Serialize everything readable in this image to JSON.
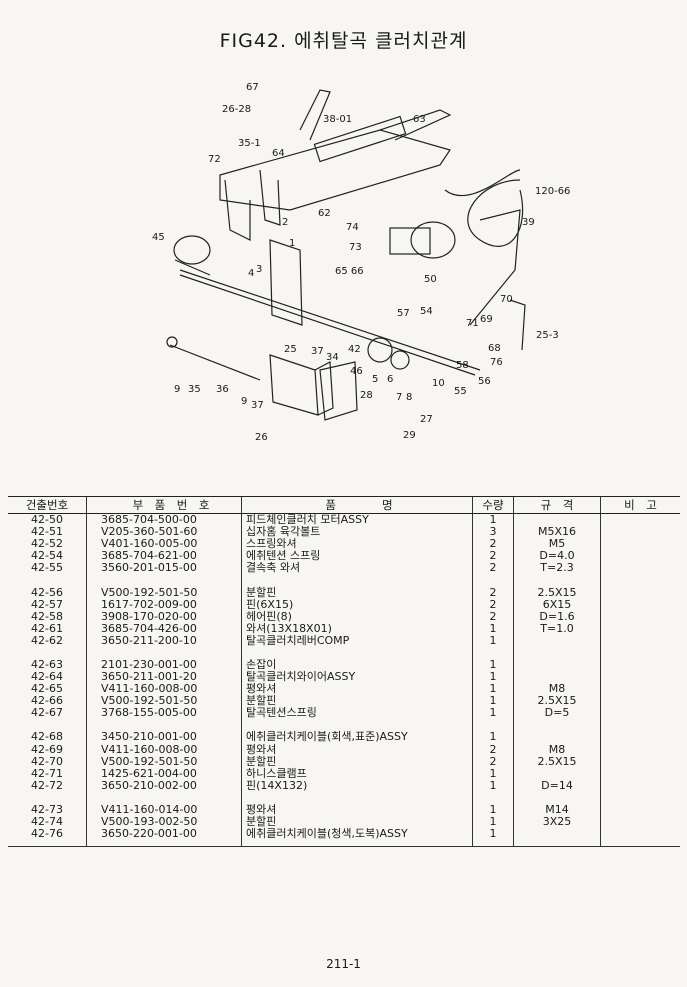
{
  "title": "FIG42. 에취탈곡 클러치관계",
  "diagram_callouts": {
    "c67": "67",
    "c26_28": "26-28",
    "c38_01": "38-01",
    "c63": "63",
    "c35_1": "35-1",
    "c72": "72",
    "c64": "64",
    "c120_66": "120-66",
    "c39": "39",
    "c62": "62",
    "c74": "74",
    "c73": "73",
    "c2": "2",
    "c1": "1",
    "c45": "45",
    "c4": "4",
    "c3": "3",
    "c65_66": "65 66",
    "c50": "50",
    "c70": "70",
    "c57": "57",
    "c54": "54",
    "c71": "71",
    "c69": "69",
    "c25_3": "25-3",
    "c25": "25",
    "c37": "37",
    "c34": "34",
    "c42": "42",
    "c46": "46",
    "c68": "68",
    "c76": "76",
    "c5": "5",
    "c6": "6",
    "c58": "58",
    "c9a": "9",
    "c35b": "35",
    "c36": "36",
    "c9b": "9",
    "c37b": "37",
    "c28": "28",
    "c7": "7",
    "c8": "8",
    "c10": "10",
    "c55": "55",
    "c56": "56",
    "c27": "27",
    "c26": "26",
    "c29": "29"
  },
  "table": {
    "headers": {
      "key": "건출번호",
      "part_no": "부　품　번　호",
      "name": "품　　　　명",
      "qty": "수량",
      "spec": "규　격",
      "note": "비　고"
    },
    "rows": [
      {
        "key": "42-50",
        "part_no": "3685-704-500-00",
        "name": "피드체인클러치 모터ASSY",
        "qty": "1",
        "spec": ""
      },
      {
        "key": "42-51",
        "part_no": "V205-360-501-60",
        "name": "십자홈 육각볼트",
        "qty": "3",
        "spec": "M5X16"
      },
      {
        "key": "42-52",
        "part_no": "V401-160-005-00",
        "name": "스프링와셔",
        "qty": "2",
        "spec": "M5"
      },
      {
        "key": "42-54",
        "part_no": "3685-704-621-00",
        "name": "에취텐션 스프링",
        "qty": "2",
        "spec": "D=4.0"
      },
      {
        "key": "42-55",
        "part_no": "3560-201-015-00",
        "name": "결속축 와셔",
        "qty": "2",
        "spec": "T=2.3"
      },
      {
        "key": "42-56",
        "part_no": "V500-192-501-50",
        "name": "분할핀",
        "qty": "2",
        "spec": "2.5X15"
      },
      {
        "key": "42-57",
        "part_no": "1617-702-009-00",
        "name": "핀(6X15)",
        "qty": "2",
        "spec": "6X15"
      },
      {
        "key": "42-58",
        "part_no": "3908-170-020-00",
        "name": "헤어핀(8)",
        "qty": "2",
        "spec": "D=1.6"
      },
      {
        "key": "42-61",
        "part_no": "3685-704-426-00",
        "name": "와셔(13X18X01)",
        "qty": "1",
        "spec": "T=1.0"
      },
      {
        "key": "42-62",
        "part_no": "3650-211-200-10",
        "name": "탈곡클러치레버COMP",
        "qty": "1",
        "spec": ""
      },
      {
        "key": "42-63",
        "part_no": "2101-230-001-00",
        "name": "손잡이",
        "qty": "1",
        "spec": ""
      },
      {
        "key": "42-64",
        "part_no": "3650-211-001-20",
        "name": "탈곡클러치와이어ASSY",
        "qty": "1",
        "spec": ""
      },
      {
        "key": "42-65",
        "part_no": "V411-160-008-00",
        "name": "평와셔",
        "qty": "1",
        "spec": "M8"
      },
      {
        "key": "42-66",
        "part_no": "V500-192-501-50",
        "name": "분할핀",
        "qty": "1",
        "spec": "2.5X15"
      },
      {
        "key": "42-67",
        "part_no": "3768-155-005-00",
        "name": "탈곡텐션스프링",
        "qty": "1",
        "spec": "D=5"
      },
      {
        "key": "42-68",
        "part_no": "3450-210-001-00",
        "name": "에취클러치케이블(회색,표준)ASSY",
        "qty": "1",
        "spec": ""
      },
      {
        "key": "42-69",
        "part_no": "V411-160-008-00",
        "name": "평와셔",
        "qty": "2",
        "spec": "M8"
      },
      {
        "key": "42-70",
        "part_no": "V500-192-501-50",
        "name": "분할핀",
        "qty": "2",
        "spec": "2.5X15"
      },
      {
        "key": "42-71",
        "part_no": "1425-621-004-00",
        "name": "하니스클램프",
        "qty": "1",
        "spec": ""
      },
      {
        "key": "42-72",
        "part_no": "3650-210-002-00",
        "name": "핀(14X132)",
        "qty": "1",
        "spec": "D=14"
      },
      {
        "key": "42-73",
        "part_no": "V411-160-014-00",
        "name": "평와셔",
        "qty": "1",
        "spec": "M14"
      },
      {
        "key": "42-74",
        "part_no": "V500-193-002-50",
        "name": "분할핀",
        "qty": "1",
        "spec": "3X25"
      },
      {
        "key": "42-76",
        "part_no": "3650-220-001-00",
        "name": "에취클러치케이블(청색,도복)ASSY",
        "qty": "1",
        "spec": ""
      }
    ]
  },
  "page_number": "211-1"
}
